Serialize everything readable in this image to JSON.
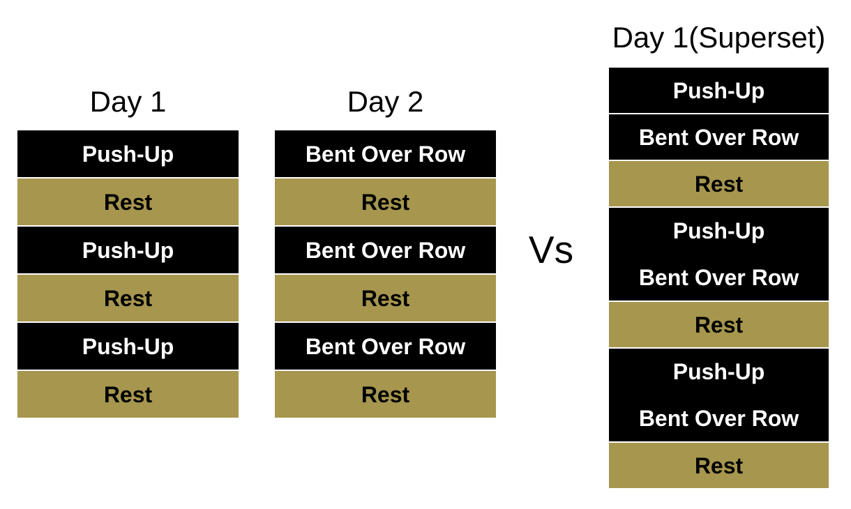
{
  "diagram": {
    "vs_label": "Vs",
    "colors": {
      "exercise_bg": "#000000",
      "exercise_text": "#ffffff",
      "rest_bg": "#a6964e",
      "rest_text": "#000000",
      "title_text": "#000000",
      "background": "#ffffff"
    },
    "columns": [
      {
        "id": "day1",
        "title": "Day 1",
        "rows": [
          {
            "type": "exercise",
            "labels": [
              "Push-Up"
            ]
          },
          {
            "type": "rest",
            "labels": [
              "Rest"
            ]
          },
          {
            "type": "exercise",
            "labels": [
              "Push-Up"
            ]
          },
          {
            "type": "rest",
            "labels": [
              "Rest"
            ]
          },
          {
            "type": "exercise",
            "labels": [
              "Push-Up"
            ]
          },
          {
            "type": "rest",
            "labels": [
              "Rest"
            ]
          }
        ]
      },
      {
        "id": "day2",
        "title": "Day 2",
        "rows": [
          {
            "type": "exercise",
            "labels": [
              "Bent Over Row"
            ]
          },
          {
            "type": "rest",
            "labels": [
              "Rest"
            ]
          },
          {
            "type": "exercise",
            "labels": [
              "Bent Over Row"
            ]
          },
          {
            "type": "rest",
            "labels": [
              "Rest"
            ]
          },
          {
            "type": "exercise",
            "labels": [
              "Bent Over Row"
            ]
          },
          {
            "type": "rest",
            "labels": [
              "Rest"
            ]
          }
        ]
      },
      {
        "id": "superset",
        "title": "Day 1(Superset)",
        "rows": [
          {
            "type": "exercise",
            "labels": [
              "Push-Up"
            ]
          },
          {
            "type": "exercise",
            "labels": [
              "Bent Over Row"
            ]
          },
          {
            "type": "rest",
            "labels": [
              "Rest"
            ]
          },
          {
            "type": "exercise",
            "labels": [
              "Push-Up",
              "Bent Over Row"
            ]
          },
          {
            "type": "rest",
            "labels": [
              "Rest"
            ]
          },
          {
            "type": "exercise",
            "labels": [
              "Push-Up",
              "Bent Over Row"
            ]
          },
          {
            "type": "rest",
            "labels": [
              "Rest"
            ]
          }
        ]
      }
    ]
  }
}
